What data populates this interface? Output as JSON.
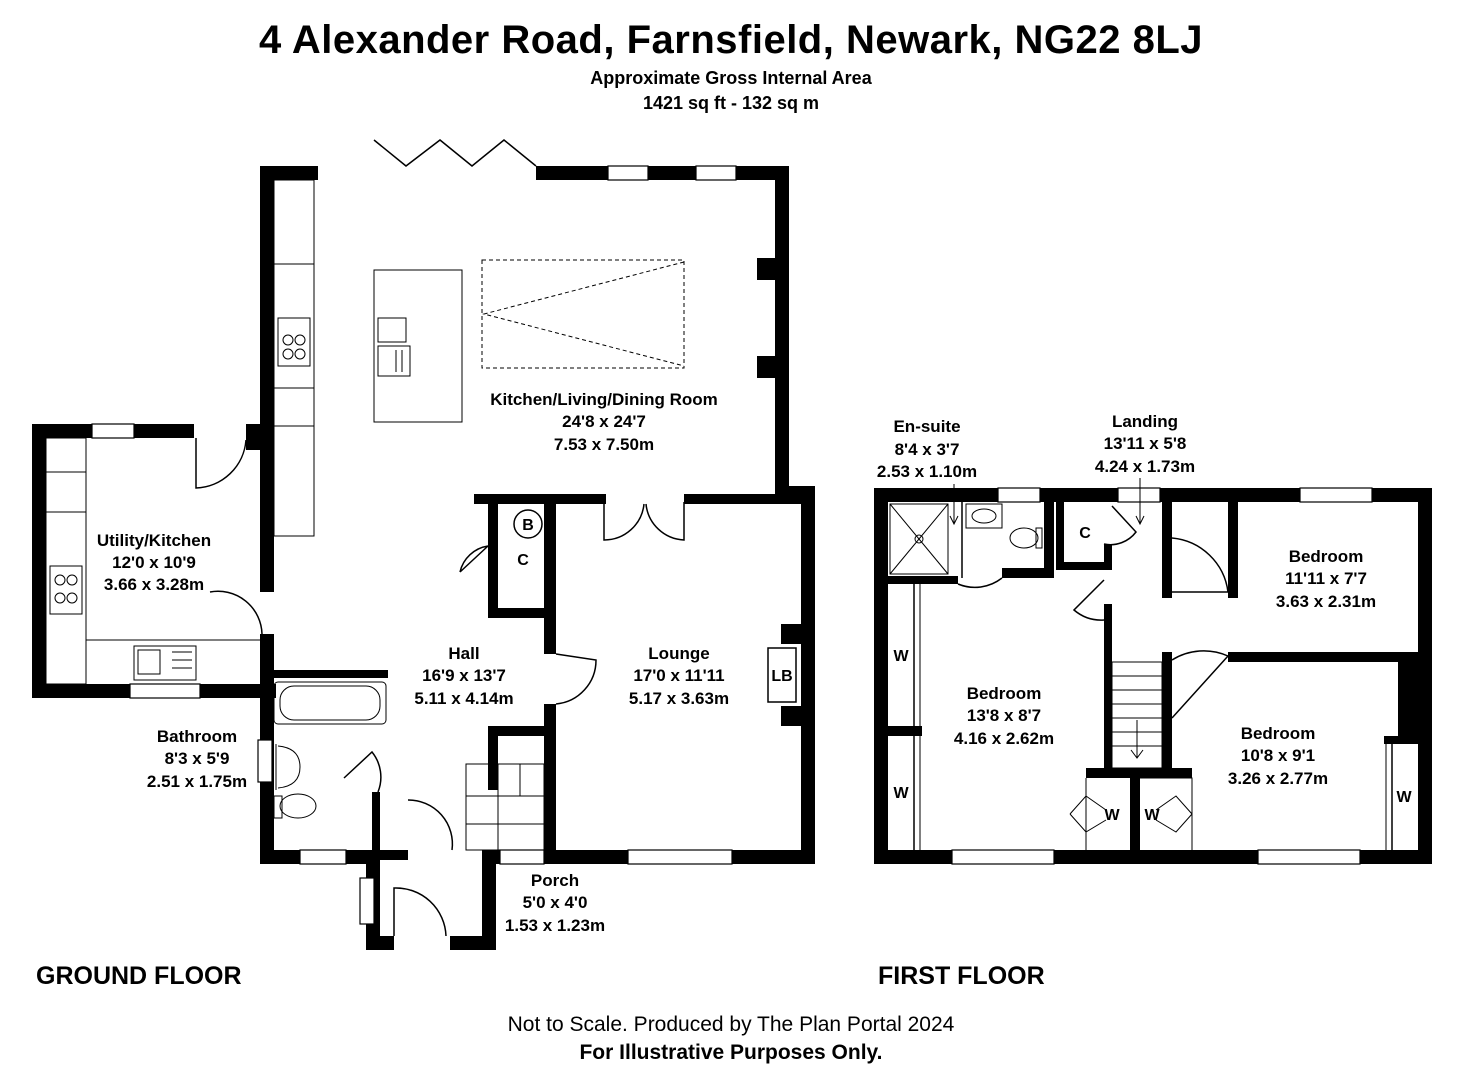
{
  "header": {
    "title": "4 Alexander Road, Farnsfield, Newark, NG22 8LJ",
    "area_label": "Approximate Gross Internal Area",
    "area_value": "1421 sq ft - 132 sq m"
  },
  "floors": {
    "ground": "GROUND FLOOR",
    "first": "FIRST FLOOR"
  },
  "ground_floor_rooms": {
    "kitchen_living": {
      "name": "Kitchen/Living/Dining Room",
      "imperial": "24'8 x 24'7",
      "metric": "7.53 x 7.50m"
    },
    "utility": {
      "name": "Utility/Kitchen",
      "imperial": "12'0 x 10'9",
      "metric": "3.66 x 3.28m"
    },
    "hall": {
      "name": "Hall",
      "imperial": "16'9 x 13'7",
      "metric": "5.11 x 4.14m"
    },
    "lounge": {
      "name": "Lounge",
      "imperial": "17'0 x 11'11",
      "metric": "5.17 x 3.63m"
    },
    "bathroom": {
      "name": "Bathroom",
      "imperial": "8'3 x 5'9",
      "metric": "2.51 x 1.75m"
    },
    "porch": {
      "name": "Porch",
      "imperial": "5'0 x 4'0",
      "metric": "1.53 x 1.23m"
    }
  },
  "first_floor_rooms": {
    "ensuite": {
      "name": "En-suite",
      "imperial": "8'4 x 3'7",
      "metric": "2.53 x 1.10m"
    },
    "landing": {
      "name": "Landing",
      "imperial": "13'11 x 5'8",
      "metric": "4.24 x 1.73m"
    },
    "bedroom_back": {
      "name": "Bedroom",
      "imperial": "11'11 x 7'7",
      "metric": "3.63 x 2.31m"
    },
    "bedroom_main": {
      "name": "Bedroom",
      "imperial": "13'8 x 8'7",
      "metric": "4.16 x 2.62m"
    },
    "bedroom_front": {
      "name": "Bedroom",
      "imperial": "10'8 x 9'1",
      "metric": "3.26 x 2.77m"
    }
  },
  "markers": {
    "boiler": "B",
    "cupboard": "C",
    "log_burner": "LB",
    "wardrobe": "W"
  },
  "footer": {
    "line1": "Not to Scale. Produced by The Plan Portal 2024",
    "line2": "For Illustrative Purposes Only."
  }
}
